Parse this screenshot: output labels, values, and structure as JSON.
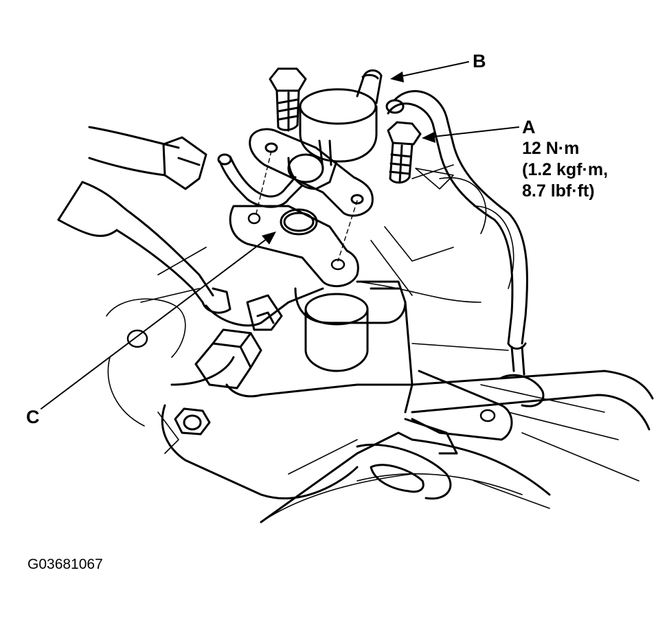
{
  "labels": {
    "a": "A",
    "b": "B",
    "c": "C"
  },
  "torque_spec": {
    "line1": "12 N·m",
    "line2": "(1.2 kgf·m,",
    "line3": "8.7 lbf·ft)"
  },
  "figure_code": "G03681067",
  "colors": {
    "ink": "#000000",
    "paper": "#ffffff"
  }
}
